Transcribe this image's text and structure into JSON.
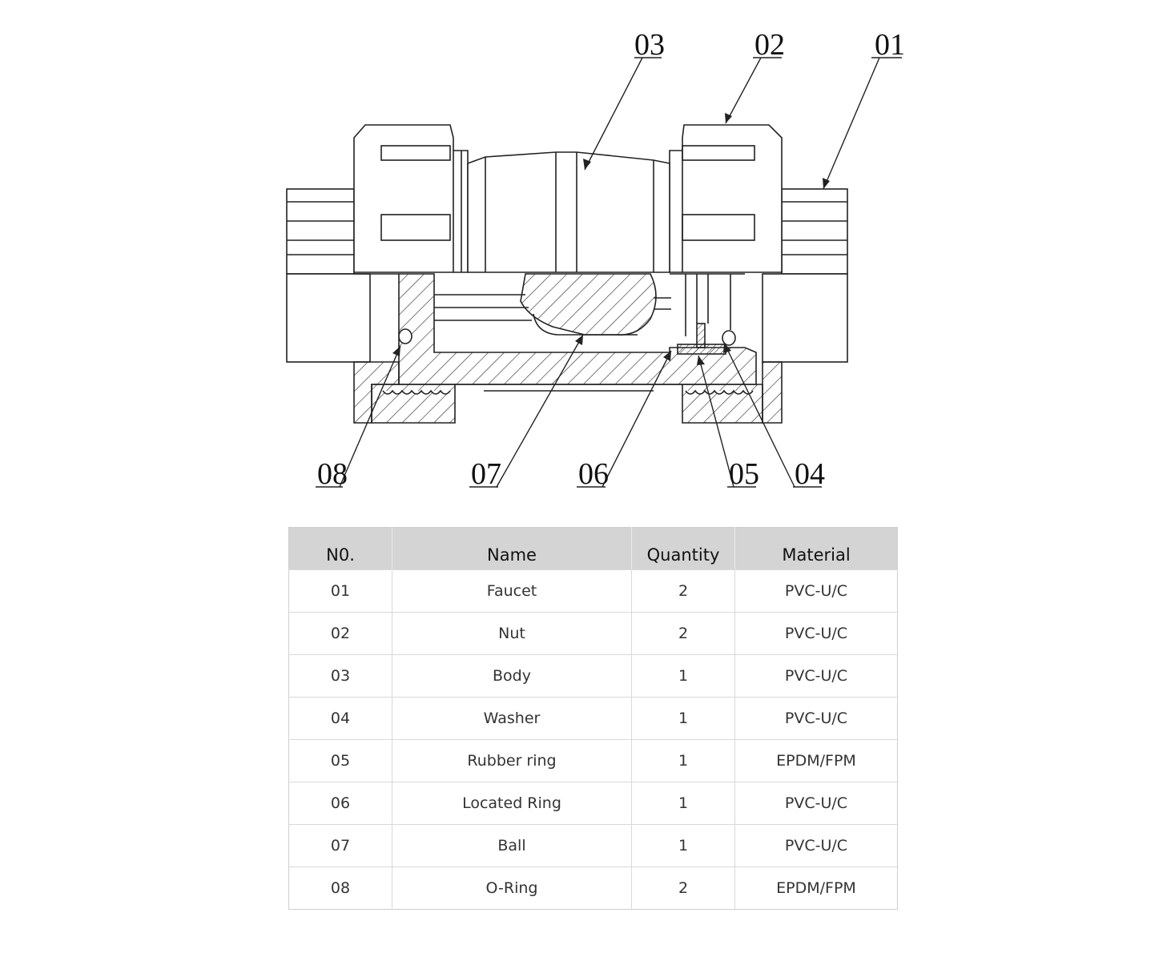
{
  "callouts": {
    "c01": "01",
    "c02": "02",
    "c03": "03",
    "c04": "04",
    "c05": "05",
    "c06": "06",
    "c07": "07",
    "c08": "08"
  },
  "table": {
    "headers": [
      "N0.",
      "Name",
      "Quantity",
      "Material"
    ],
    "rows": [
      {
        "no": "01",
        "name": "Faucet",
        "qty": "2",
        "material": "PVC-U/C"
      },
      {
        "no": "02",
        "name": "Nut",
        "qty": "2",
        "material": "PVC-U/C"
      },
      {
        "no": "03",
        "name": "Body",
        "qty": "1",
        "material": "PVC-U/C"
      },
      {
        "no": "04",
        "name": "Washer",
        "qty": "1",
        "material": "PVC-U/C"
      },
      {
        "no": "05",
        "name": "Rubber ring",
        "qty": "1",
        "material": "EPDM/FPM"
      },
      {
        "no": "06",
        "name": "Located Ring",
        "qty": "1",
        "material": "PVC-U/C"
      },
      {
        "no": "07",
        "name": "Ball",
        "qty": "1",
        "material": "PVC-U/C"
      },
      {
        "no": "08",
        "name": "O-Ring",
        "qty": "2",
        "material": "EPDM/FPM"
      }
    ]
  }
}
